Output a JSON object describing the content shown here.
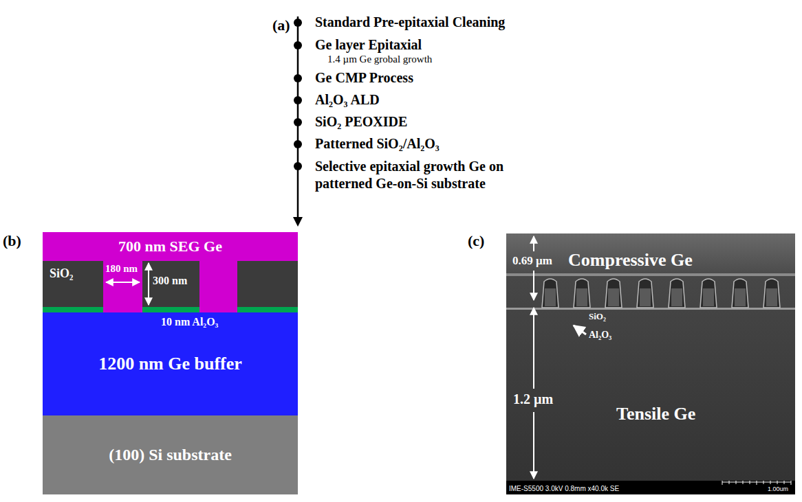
{
  "diagram": {
    "nodes": [
      {
        "text": [
          "700 nm SEG Ge"
        ]
      },
      {
        "text": [
          "SiO₂"
        ]
      },
      {
        "text": [
          "1200 nm Ge buffer"
        ]
      },
      {
        "text": [
          "(100) Si substrate"
        ]
      }
    ],
    "labels": [
      "(a)",
      "Standard Pre-epitaxial Cleaning",
      "Ge layer Epitaxial",
      "1.4 µm Ge grobal growth",
      "Ge CMP Process",
      "Al₂O₃ ALD",
      "SiO₂ PEOXIDE",
      "Patterned SiO₂/Al₂O₃",
      "Selective epitaxial growth Ge on patterned Ge-on-Si substrate",
      "(b)",
      "180 nm",
      "300 nm",
      "10 nm Al₂O₃",
      "(c)",
      "0.69 µm",
      "Compressive Ge",
      "SiO₂",
      "Al₂O₃",
      "1.2 µm",
      "Tensile Ge",
      "IME-S5500 3.0kV 0.8mm x40.0k SE",
      "1.00um"
    ]
  }
}
